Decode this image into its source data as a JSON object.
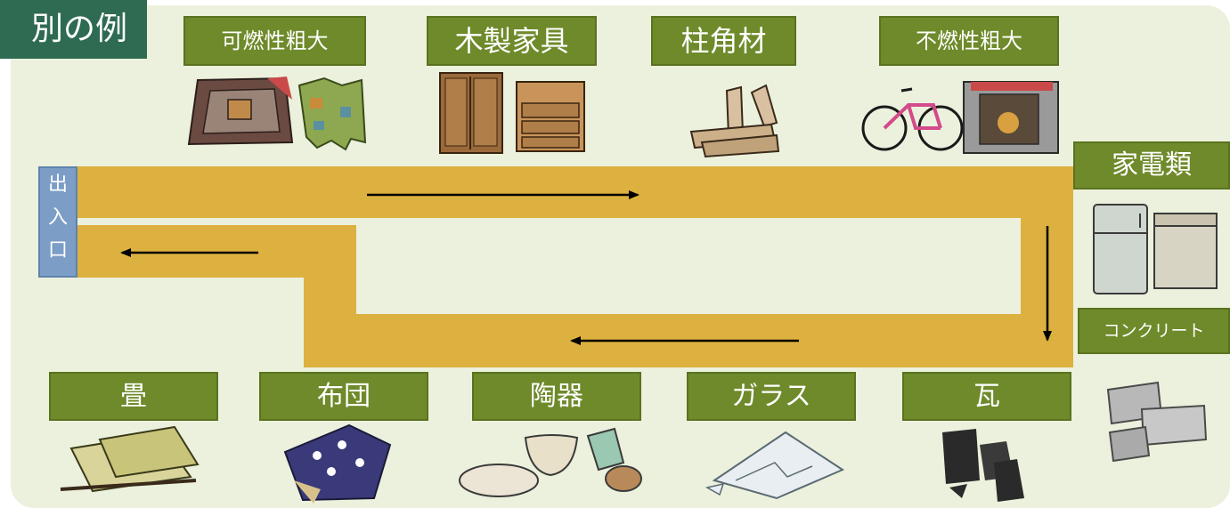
{
  "title": "別の例",
  "entrance": [
    "出",
    "入",
    "口"
  ],
  "top_categories": [
    "可燃性粗大",
    "木製家具",
    "柱角材",
    "不燃性粗大"
  ],
  "right_categories": [
    "家電類",
    "コンクリート"
  ],
  "bottom_categories": [
    "畳",
    "布団",
    "陶器",
    "ガラス",
    "瓦"
  ],
  "colors": {
    "background": "#ebf1dc",
    "title_badge": "#2f6b52",
    "label": "#6e8a2a",
    "path": "#ddb13f",
    "entrance": "#7b9dc6",
    "arrow": "#000000"
  },
  "icons": {
    "可燃性粗大": [
      "carpet-icon",
      "torn-clothes-icon"
    ],
    "木製家具": [
      "wardrobe-icon",
      "chest-of-drawers-icon"
    ],
    "柱角材": [
      "lumber-icon"
    ],
    "不燃性粗大": [
      "bicycle-icon",
      "stove-icon"
    ],
    "家電類": [
      "refrigerator-icon",
      "washing-machine-icon"
    ],
    "コンクリート": [
      "concrete-block-icon"
    ],
    "畳": [
      "tatami-icon"
    ],
    "布団": [
      "futon-icon"
    ],
    "陶器": [
      "broken-ceramics-icon"
    ],
    "ガラス": [
      "broken-glass-icon"
    ],
    "瓦": [
      "roof-tile-icon"
    ]
  }
}
